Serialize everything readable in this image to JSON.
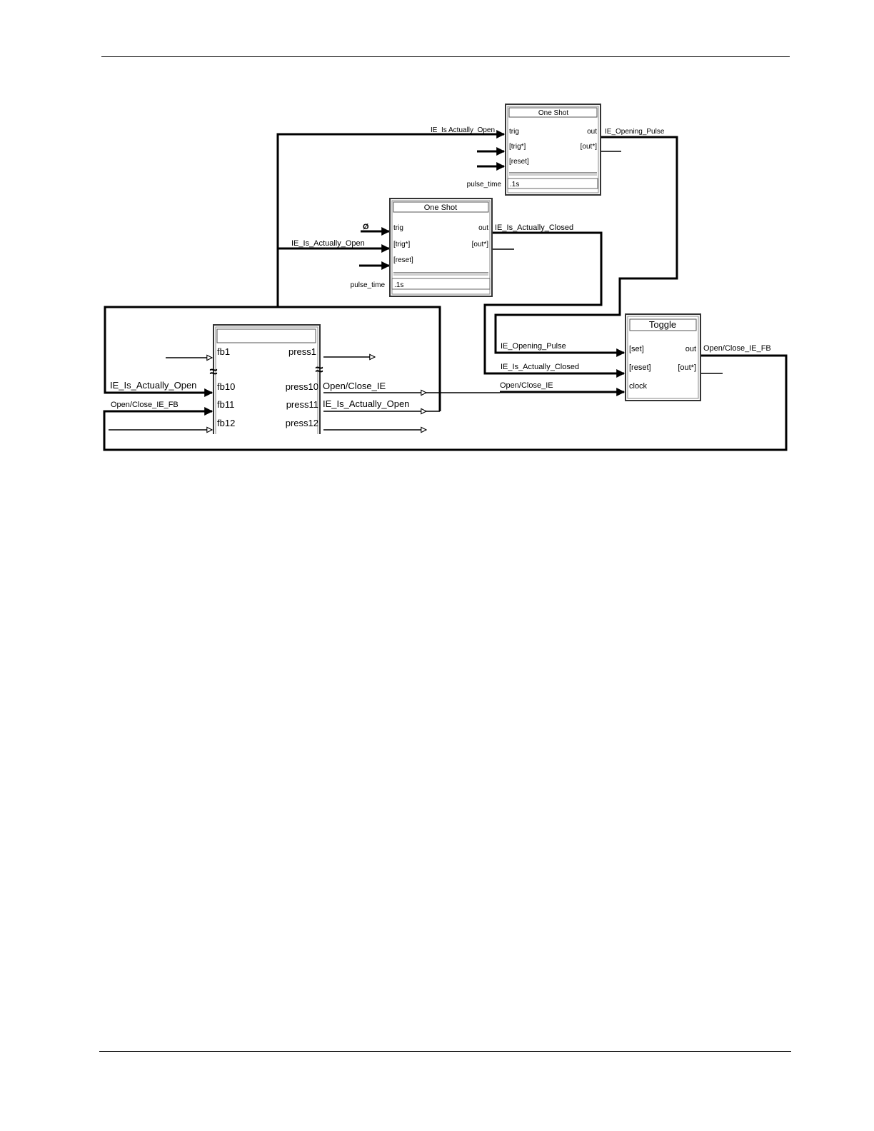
{
  "one_shot_top": {
    "title": "One Shot",
    "in_trig": "trig",
    "in_trig_star": "[trig*]",
    "in_reset": "[reset]",
    "out_out": "out",
    "out_out_star": "[out*]",
    "param_label": "pulse_time",
    "param_value": ".1s",
    "trig_signal": "IE_Is Actually_Open",
    "out_signal": "IE_Opening_Pulse"
  },
  "one_shot_mid": {
    "title": "One Shot",
    "in_trig": "trig",
    "in_trig_star": "[trig*]",
    "in_reset": "[reset]",
    "out_out": "out",
    "out_out_star": "[out*]",
    "param_label": "pulse_time",
    "param_value": ".1s",
    "trig_const": "Ø",
    "trig_star_signal": "IE_Is_Actually_Open",
    "out_signal": "IE_Is_Actually_Closed"
  },
  "io_block": {
    "title": "",
    "inputs": [
      "fb1",
      "fb10",
      "fb11",
      "fb12"
    ],
    "outputs": [
      "press1",
      "press10",
      "press11",
      "press12"
    ],
    "break_symbol": "≈",
    "in_signals": {
      "fb10": "IE_Is_Actually_Open",
      "fb11": "Open/Close_IE_FB"
    },
    "out_signals": {
      "press10": "Open/Close_IE",
      "press11": "IE_Is_Actually_Open"
    }
  },
  "toggle": {
    "title": "Toggle",
    "in_set": "[set]",
    "in_reset": "[reset]",
    "in_clock": "clock",
    "out_out": "out",
    "out_out_star": "[out*]",
    "set_signal": "IE_Opening_Pulse",
    "reset_signal": "IE_Is_Actually_Closed",
    "clock_signal": "Open/Close_IE",
    "out_signal": "Open/Close_IE_FB"
  }
}
